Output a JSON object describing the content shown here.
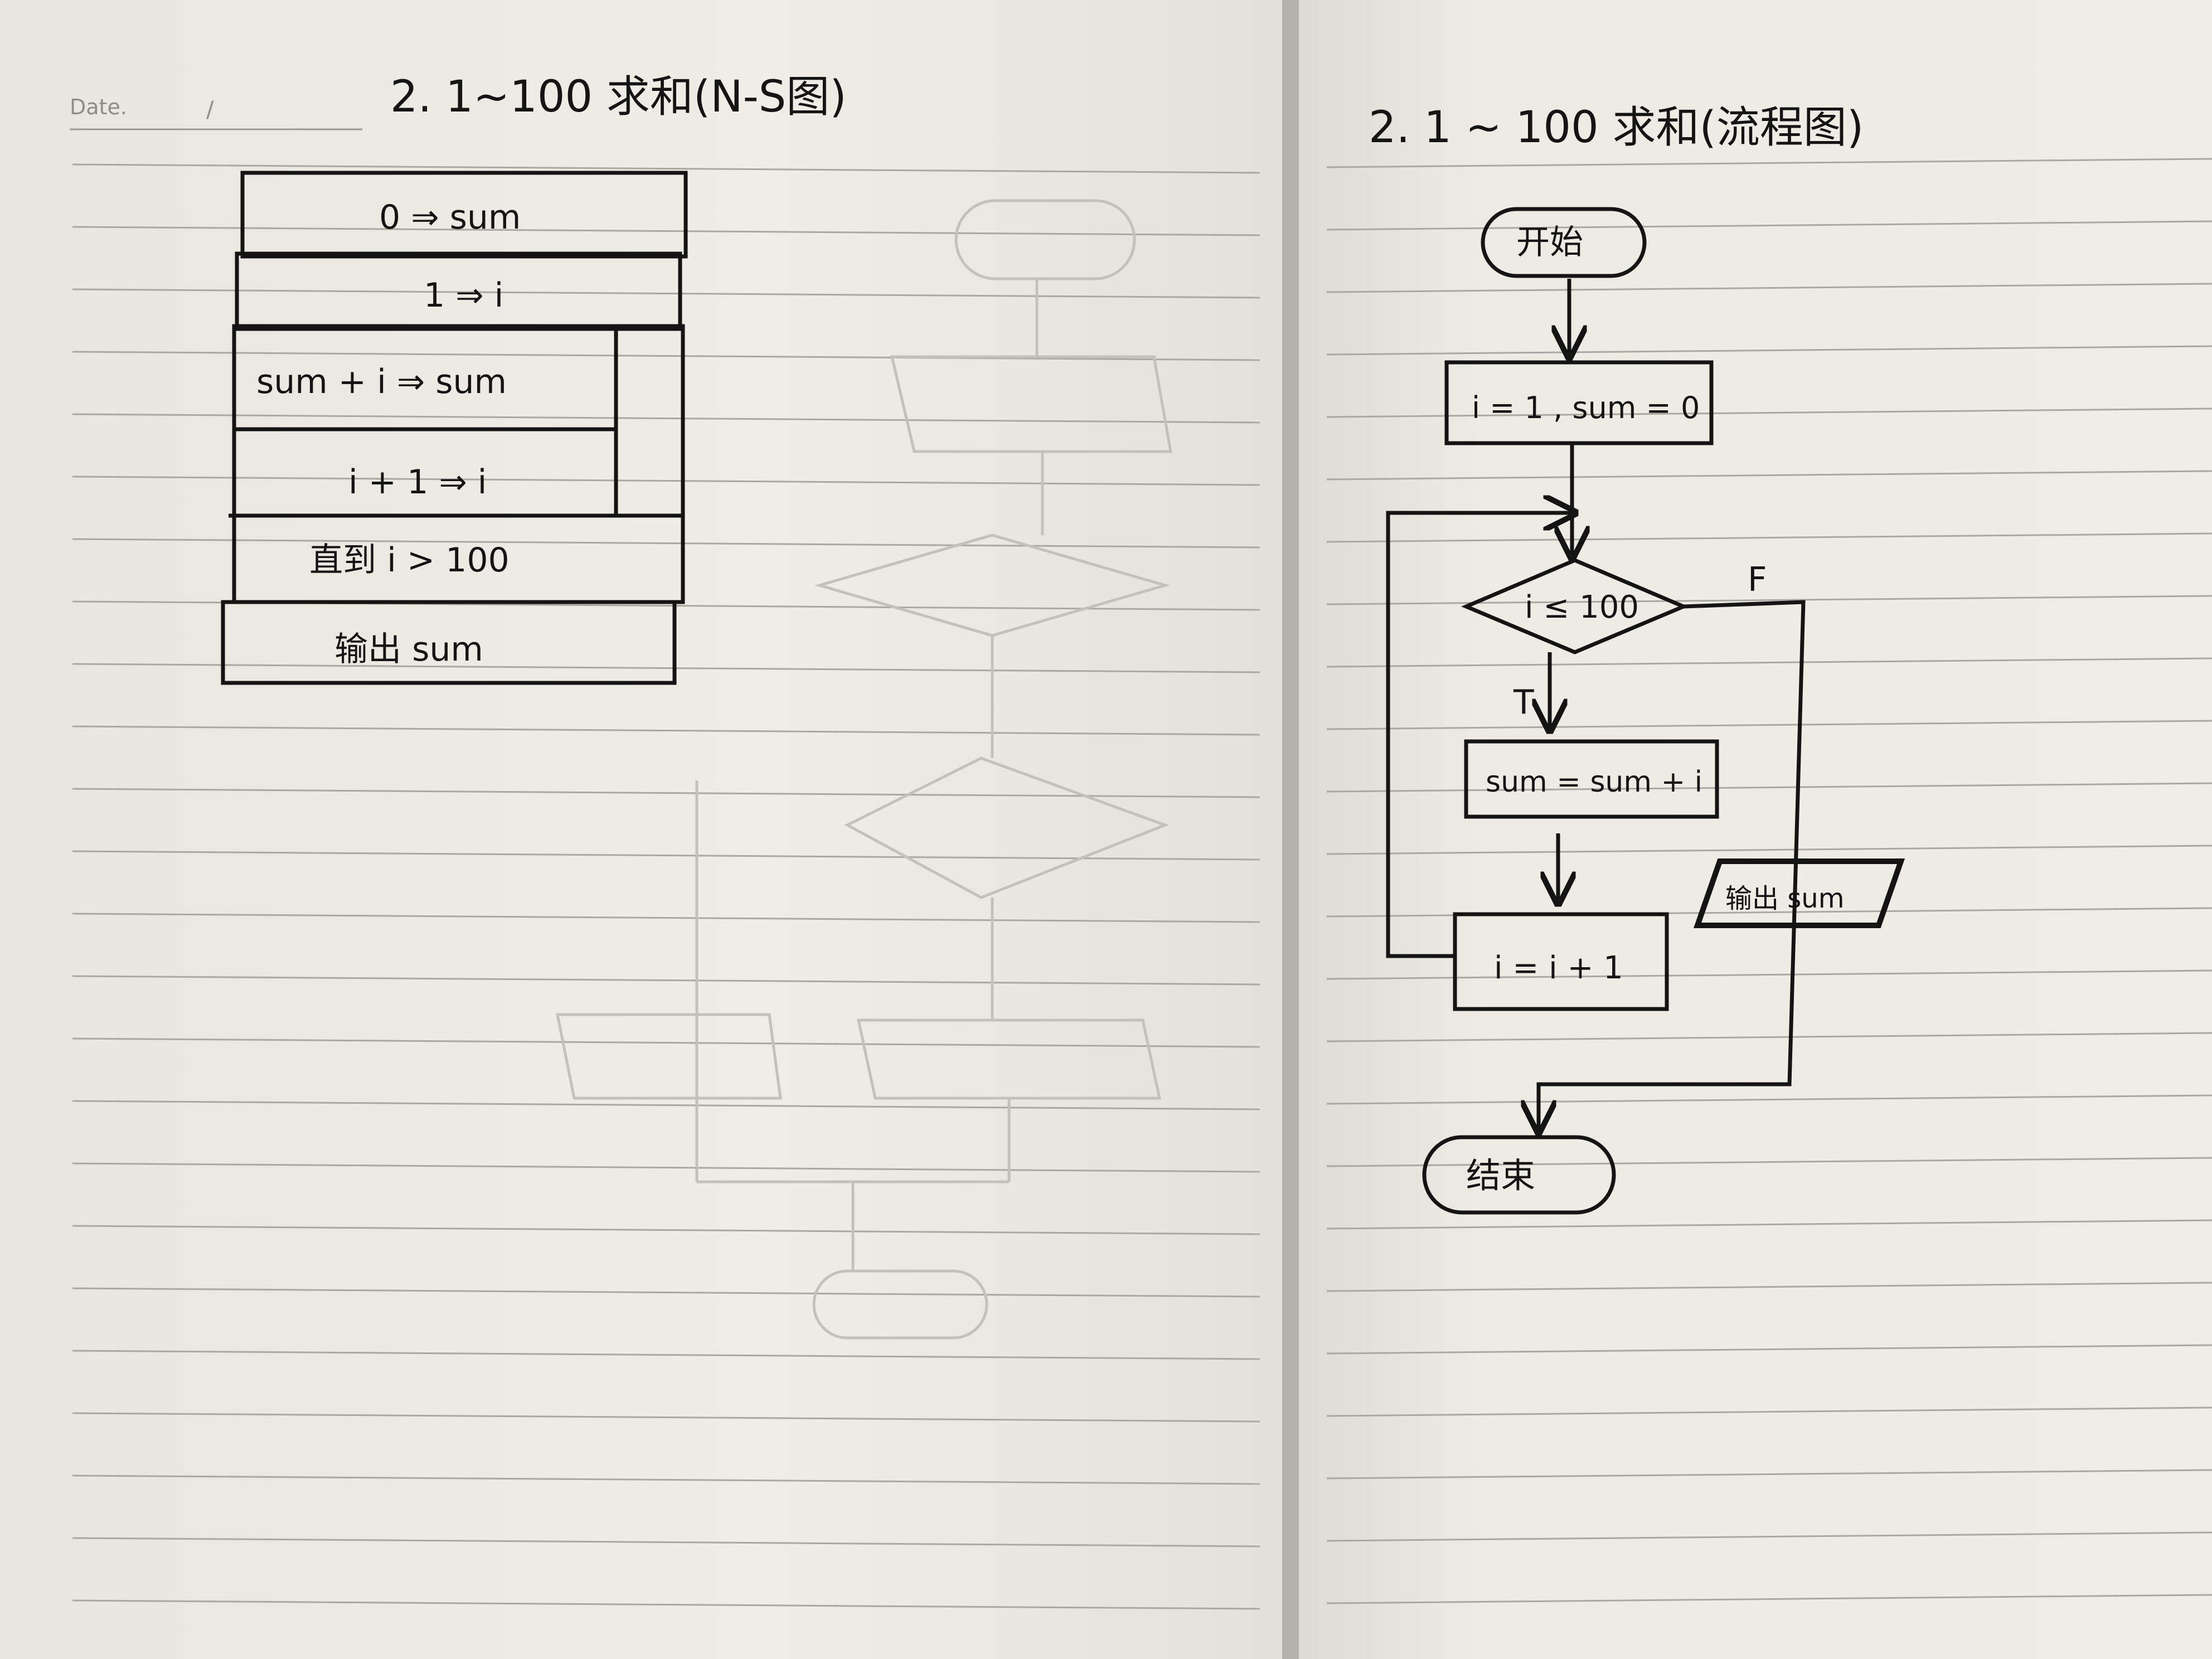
{
  "left_page": {
    "date_label": "Date.",
    "date_slash": "/",
    "title": "2. 1~100 求和(N-S图)",
    "ns_diagram": {
      "rows": [
        "0 ⇒ sum",
        "1 ⇒ i",
        "sum + i ⇒ sum",
        "i + 1 ⇒ i",
        "直到 i > 100",
        "输出 sum"
      ]
    }
  },
  "right_page": {
    "title": "2. 1 ~ 100 求和(流程图)",
    "flowchart": {
      "start": "开始",
      "init": "i = 1 , sum = 0",
      "condition": "i ≤ 100",
      "true_label": "T",
      "false_label": "F",
      "body": "sum = sum + i",
      "increment": "i = i + 1",
      "output": "输出 sum",
      "end": "结束"
    }
  },
  "colors": {
    "paper": "#ecebe4",
    "ruling": "#a9a8a2",
    "ink": "#141414",
    "bleed_through": "#b8b7b0"
  }
}
